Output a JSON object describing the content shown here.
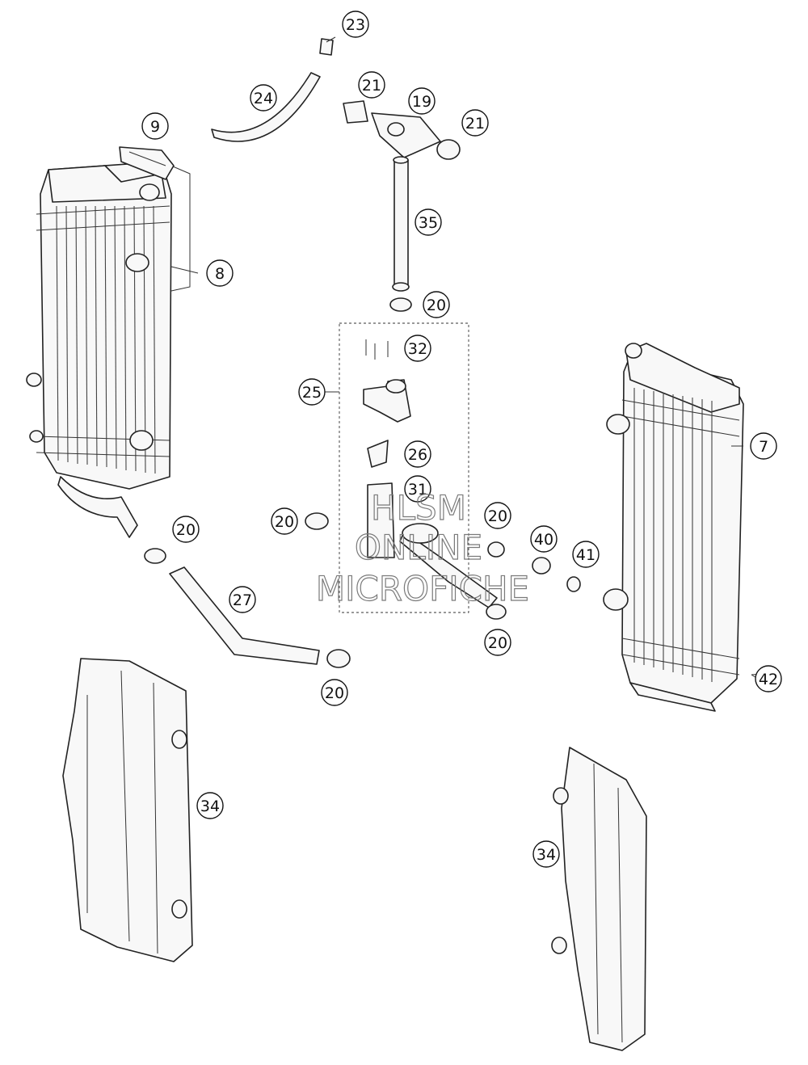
{
  "callouts": [
    {
      "id": "c23a",
      "label": "23"
    },
    {
      "id": "c24",
      "label": "24"
    },
    {
      "id": "c21a",
      "label": "21"
    },
    {
      "id": "c19",
      "label": "19"
    },
    {
      "id": "c21b",
      "label": "21"
    },
    {
      "id": "c9",
      "label": "9"
    },
    {
      "id": "c35",
      "label": "35"
    },
    {
      "id": "c8",
      "label": "8"
    },
    {
      "id": "c20a",
      "label": "20"
    },
    {
      "id": "c32",
      "label": "32"
    },
    {
      "id": "c25",
      "label": "25"
    },
    {
      "id": "c26",
      "label": "26"
    },
    {
      "id": "c7",
      "label": "7"
    },
    {
      "id": "c31",
      "label": "31"
    },
    {
      "id": "c20b",
      "label": "20"
    },
    {
      "id": "c20c",
      "label": "20"
    },
    {
      "id": "c20d",
      "label": "20"
    },
    {
      "id": "c40",
      "label": "40"
    },
    {
      "id": "c41",
      "label": "41"
    },
    {
      "id": "c27",
      "label": "27"
    },
    {
      "id": "c20e",
      "label": "20"
    },
    {
      "id": "c42",
      "label": "42"
    },
    {
      "id": "c20f",
      "label": "20"
    },
    {
      "id": "c34a",
      "label": "34"
    },
    {
      "id": "c34b",
      "label": "34"
    }
  ],
  "watermark": {
    "line1": "HLSM",
    "line2": "ONLINE",
    "line3": "MICROFICHE"
  }
}
